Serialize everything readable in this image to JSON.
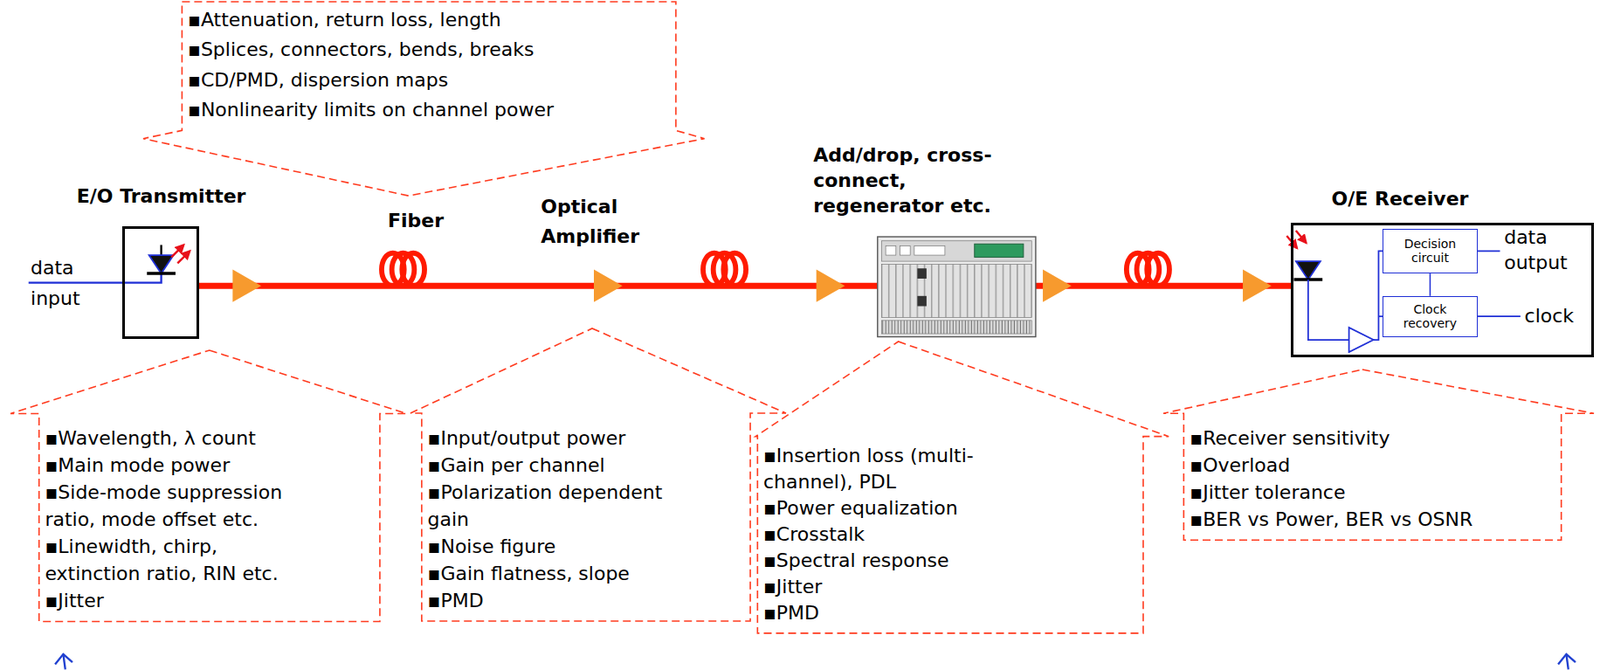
{
  "diagram": {
    "nodes": [
      {
        "text": [
          "▪Attenuation, return loss, length",
          "▪Splices, connectors, bends, breaks",
          "▪CD/PMD, dispersion maps",
          "▪Nonlinearity limits on channel power"
        ]
      },
      {
        "text": [
          "E/O Transmitter"
        ]
      },
      {
        "text": [
          "Add/drop, cross-connect, regenerator etc."
        ]
      },
      {
        "text": [
          "O/E Receiver"
        ]
      },
      {
        "text": [
          "Decision circuit"
        ],
        "in": 3
      },
      {
        "text": [
          "Clock recovery"
        ],
        "in": 3
      },
      {
        "text": [
          "▪Wavelength, λ count",
          "▪Main mode power",
          "▪Side-mode suppression ratio, mode offset etc.",
          "▪Linewidth, chirp, extinction ratio, RIN etc.",
          "▪Jitter"
        ]
      },
      {
        "text": [
          "▪Input/output power",
          "▪Gain per channel",
          "▪Polarization dependent gain",
          "▪Noise figure",
          "▪Gain flatness, slope",
          "▪PMD"
        ]
      },
      {
        "text": [
          "▪Insertion loss (multi-channel), PDL",
          "▪Power equalization",
          "▪Crosstalk",
          "▪Spectral response",
          "▪Jitter",
          "▪PMD"
        ]
      },
      {
        "text": [
          "▪Receiver sensitivity",
          "▪Overload",
          "▪Jitter tolerance",
          "▪BER vs Power, BER vs OSNR"
        ]
      }
    ],
    "edges": [
      {
        "from": 1,
        "to": 2,
        "arrow": "none"
      },
      {
        "from": 2,
        "to": 3,
        "arrow": "none"
      },
      {
        "from": 4,
        "to": 5,
        "arrow": "none"
      }
    ],
    "labels": [
      "data input",
      "Fiber",
      "Optical Amplifier",
      "data output",
      "clock"
    ]
  }
}
